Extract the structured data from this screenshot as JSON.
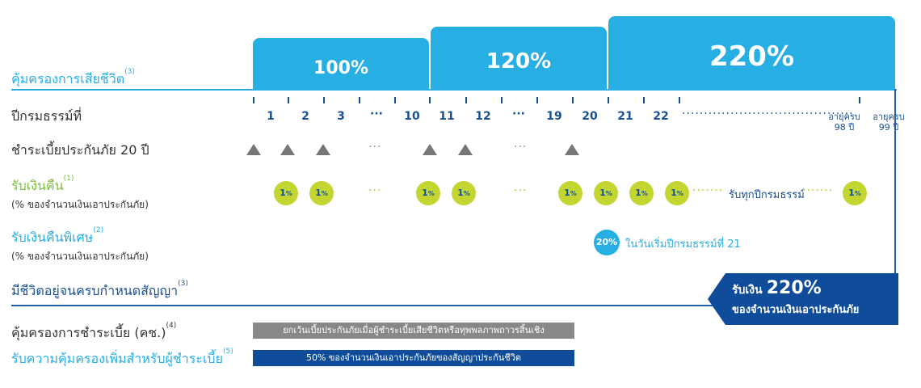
{
  "coverage": {
    "label": "คุ้มครองการเสียชีวิต",
    "label_note": "(3)",
    "boxes": [
      {
        "pct": "100%"
      },
      {
        "pct": "120%"
      },
      {
        "pct": "220%"
      }
    ]
  },
  "policy_year": {
    "label": "ปีกรมธรรม์ที่",
    "years": [
      "1",
      "2",
      "3",
      "···",
      "10",
      "11",
      "12",
      "···",
      "19",
      "20",
      "21",
      "22"
    ],
    "dotted": "·······································",
    "age98": {
      "line1": "อายุครบ",
      "line2": "98 ปี"
    },
    "age99": {
      "line1": "อายุครบ",
      "line2": "99 ปี"
    }
  },
  "premium": {
    "label": "ชำระเบี้ยประกันภัย 20 ปี",
    "dots1": "···",
    "dots2": "···"
  },
  "cashback": {
    "label": "รับเงินคืน",
    "label_note": "(1)",
    "sub": "(% ของจำนวนเงินเอาประกันภัย)",
    "coin_value": "1",
    "coin_pct": "%",
    "dots": "···",
    "every_year": "รับทุกปีกรมธรรม์",
    "leader": "·······"
  },
  "special_cashback": {
    "label": "รับเงินคืนพิเศษ",
    "label_note": "(2)",
    "sub": "(% ของจำนวนเงินเอาประกันภัย)",
    "badge": "20%",
    "text": "ในวันเริ่มปีกรมธรรม์ที่ 21"
  },
  "maturity": {
    "label": "มีชีวิตอยู่จนครบกำหนดสัญญา",
    "label_note": "(3)",
    "prefix": "รับเงิน",
    "amount": "220%",
    "suffix": "ของจำนวนเงินเอาประกันภัย"
  },
  "waiver": {
    "label": "คุ้มครองการชำระเบี้ย (คช.)",
    "label_note": "(4)",
    "bar": "ยกเว้นเบี้ยประกันภัยเมื่อผู้ชำระเบี้ยเสียชีวิตหรือทุพพลภาพถาวรสิ้นเชิง"
  },
  "payer_benefit": {
    "label": "รับความคุ้มครองเพิ่มสำหรับผู้ชำระเบี้ย",
    "label_note": "(5)",
    "bar": "50% ของจำนวนเงินเอาประกันภัยของสัญญาประกันชีวิต"
  },
  "colors": {
    "cyan": "#27aee3",
    "navy": "#1a4f8f",
    "green": "#c3d531",
    "gray_bar": "#888888"
  }
}
